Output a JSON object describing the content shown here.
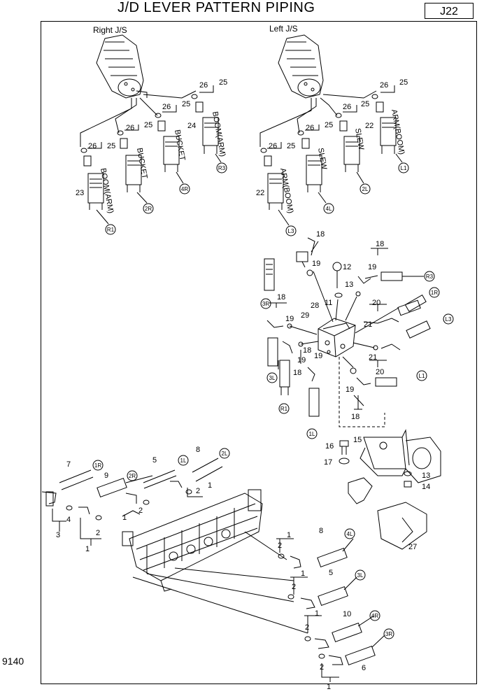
{
  "header": {
    "title": "J/D LEVER PATTERN PIPING",
    "page_code": "J22",
    "figure_code": "9140"
  },
  "joysticks": {
    "right_label": "Right J/S",
    "left_label": "Left J/S"
  },
  "hose_labels": {
    "boom_arm": "BOOM(ARM)",
    "bucket": "BUCKET",
    "arm_boom": "ARM(BOOM)",
    "slew": "SLEW"
  },
  "port_tags": {
    "r1": "R1",
    "r2": "2R",
    "r3": "R3",
    "r4": "4R",
    "l1": "L1",
    "l2": "2L",
    "l3": "L3",
    "l4": "4L",
    "mid_r3": "R3",
    "mid_1r": "1R",
    "mid_l3": "L3",
    "mid_3r": "3R",
    "mid_3l": "3L",
    "mid_r1": "R1",
    "mid_1l": "1L",
    "mid_l1": "L1",
    "bot_1r": "1R",
    "bot_2r": "2R",
    "bot_1l": "1L",
    "bot_2l": "2L",
    "bot_4l": "4L",
    "bot_3l": "3L",
    "bot_4r": "4R",
    "bot_3r": "3R"
  },
  "part_numbers": {
    "n1": "1",
    "n2": "2",
    "n3": "3",
    "n4": "4",
    "n5": "5",
    "n6": "6",
    "n7": "7",
    "n8": "8",
    "n9": "9",
    "n10": "10",
    "n11": "11",
    "n12": "12",
    "n13": "13",
    "n14": "14",
    "n15": "15",
    "n16": "16",
    "n17": "17",
    "n18": "18",
    "n19": "19",
    "n20": "20",
    "n21": "21",
    "n22": "22",
    "n23": "23",
    "n24": "24",
    "n25": "25",
    "n26": "26",
    "n27": "27",
    "n28": "28",
    "n29": "29"
  }
}
